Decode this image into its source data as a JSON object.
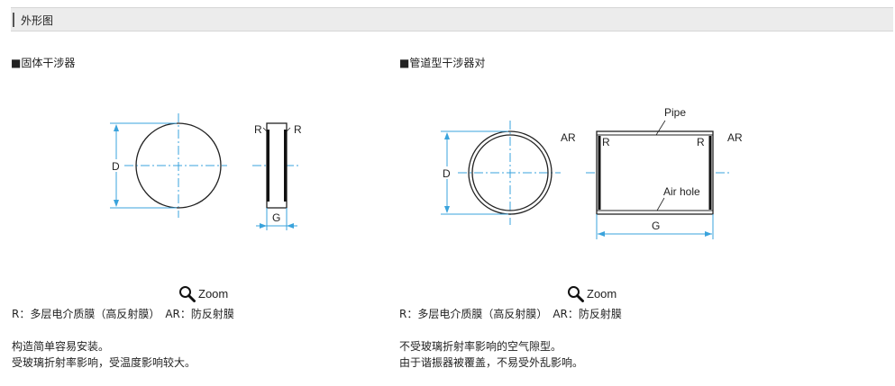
{
  "header": {
    "title": "外形图"
  },
  "left": {
    "section_title": "■固体干涉器",
    "diagram": {
      "label_d": "D",
      "label_r_left": "R",
      "label_r_right": "R",
      "label_g": "G"
    },
    "zoom_label": "Zoom",
    "legend": "R：多层电介质膜（高反射膜）　AR：防反射膜",
    "desc_1": "构造简单容易安装。",
    "desc_2": "受玻璃折射率影响，受温度影响较大。"
  },
  "right": {
    "section_title": "■管道型干涉器对",
    "diagram": {
      "label_d": "D",
      "label_pipe": "Pipe",
      "label_ar_left": "AR",
      "label_ar_right": "AR",
      "label_r_left": "R",
      "label_r_right": "R",
      "label_air_hole": "Air hole",
      "label_g": "G"
    },
    "zoom_label": "Zoom",
    "legend": "R：多层电介质膜（高反射膜）　AR：防反射膜",
    "desc_1": "不受玻璃折射率影响的空气隙型。",
    "desc_2": "由于谐振器被覆盖，不易受外乱影响。"
  },
  "colors": {
    "dimension_line": "#3aa3dc",
    "outline": "#222222",
    "header_bg": "#ececec"
  }
}
